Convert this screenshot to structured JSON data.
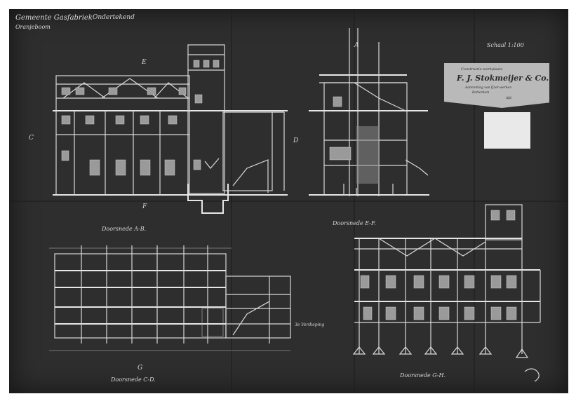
{
  "sheet": {
    "header": "Gemeente Gasfabriek",
    "subheader": "Oranjeboom",
    "project_note": "Ondertekend",
    "scale": "Schaal 1:100"
  },
  "title_block": {
    "top_line": "Constructie-werkplaats",
    "company": "F. J. Stokmeijer & Co.",
    "line2": "Aanneming van IJzer-werken",
    "line3": "Rotterdam",
    "line4": "Afd."
  },
  "views": {
    "section_ab": "Doorsnede A-B.",
    "section_ef": "Doorsnede E-F.",
    "section_cd": "Doorsnede C-D.",
    "section_gh": "Doorsnede G-H."
  },
  "annotations": {
    "letter_e": "E",
    "letter_f": "F",
    "letter_c": "C",
    "letter_d": "D",
    "letter_a": "A",
    "letter_g": "G",
    "floor_note": "3e Verdieping"
  }
}
